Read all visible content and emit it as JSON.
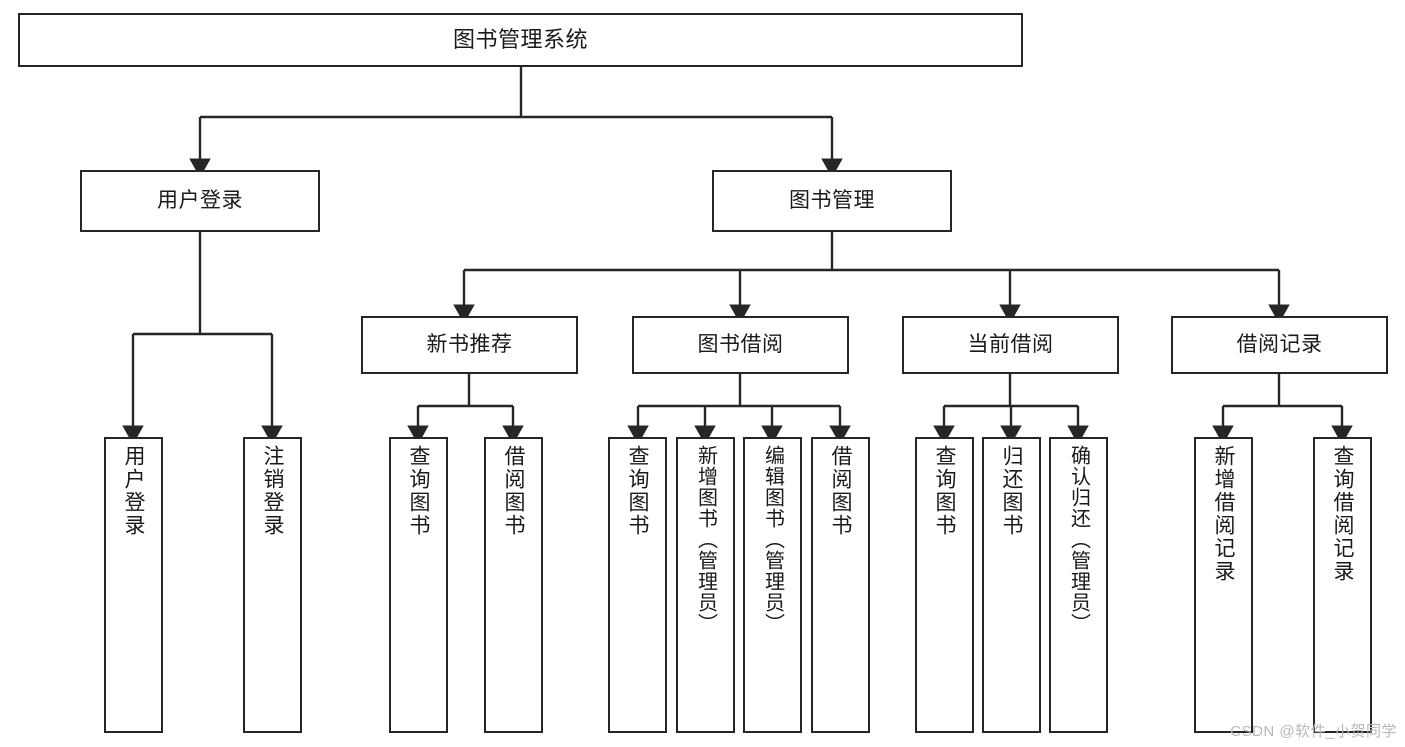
{
  "diagram": {
    "title": "图书管理系统",
    "type": "tree-structure-chart",
    "line_color": "#262626",
    "box_fill": "#ffffff",
    "text_color": "#1a1a1a"
  },
  "root": {
    "label": "图书管理系统"
  },
  "level2": [
    {
      "label": "用户登录"
    },
    {
      "label": "图书管理"
    }
  ],
  "level3": [
    {
      "label": "新书推荐"
    },
    {
      "label": "图书借阅"
    },
    {
      "label": "当前借阅"
    },
    {
      "label": "借阅记录"
    }
  ],
  "leaves": {
    "user_login": [
      {
        "label": "用户登录"
      },
      {
        "label": "注销登录"
      }
    ],
    "new_book_recommend": [
      {
        "label": "查询图书"
      },
      {
        "label": "借阅图书"
      }
    ],
    "book_borrow": [
      {
        "label": "查询图书"
      },
      {
        "label": "新增图书（管理员）"
      },
      {
        "label": "编辑图书（管理员）"
      },
      {
        "label": "借阅图书"
      }
    ],
    "current_borrow": [
      {
        "label": "查询图书"
      },
      {
        "label": "归还图书"
      },
      {
        "label": "确认归还（管理员）"
      }
    ],
    "borrow_record": [
      {
        "label": "新增借阅记录"
      },
      {
        "label": "查询借阅记录"
      }
    ]
  },
  "watermark": {
    "text": "CSDN @软件_小贺同学"
  }
}
